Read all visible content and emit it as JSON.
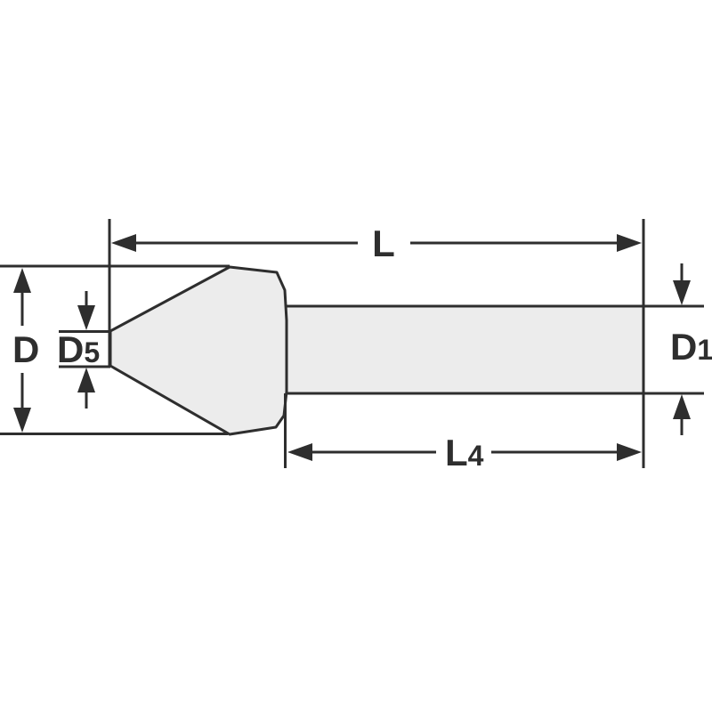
{
  "diagram": {
    "labels": {
      "overall_length": "L",
      "head_diameter": "D",
      "tip_diameter_main": "D",
      "tip_diameter_sub": "5",
      "shank_diameter_main": "D",
      "shank_diameter_sub": "1",
      "shank_length_main": "L",
      "shank_length_sub": "4"
    },
    "colors": {
      "line": "#2e2e2e",
      "part_fill": "#ececec",
      "background": "#ffffff"
    }
  }
}
